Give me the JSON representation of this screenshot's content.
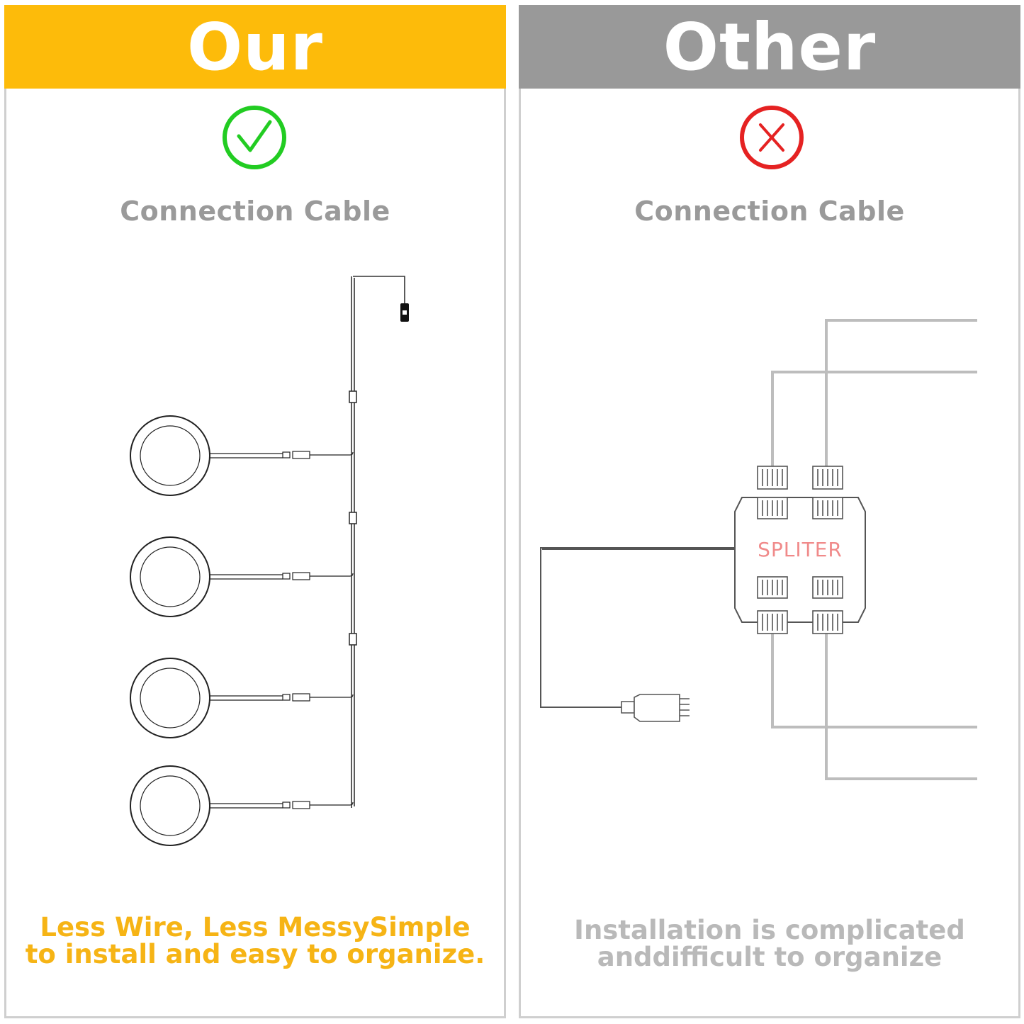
{
  "left": {
    "header": "Our",
    "caption": "Connection Cable",
    "status_icon": "check-circle-icon",
    "accent_color": "#fdbb0a",
    "icon_color": "#22cc22",
    "footer_line1": "Less Wire, Less MessySimple",
    "footer_line2": "to install and easy to organize."
  },
  "right": {
    "header": "Other",
    "caption": "Connection Cable",
    "status_icon": "cross-circle-icon",
    "accent_color": "#999999",
    "icon_color": "#e52222",
    "splitter_label": "SPLITER",
    "footer_line1": "Installation is complicated",
    "footer_line2": "anddifficult to organize"
  },
  "lights_count": 4
}
